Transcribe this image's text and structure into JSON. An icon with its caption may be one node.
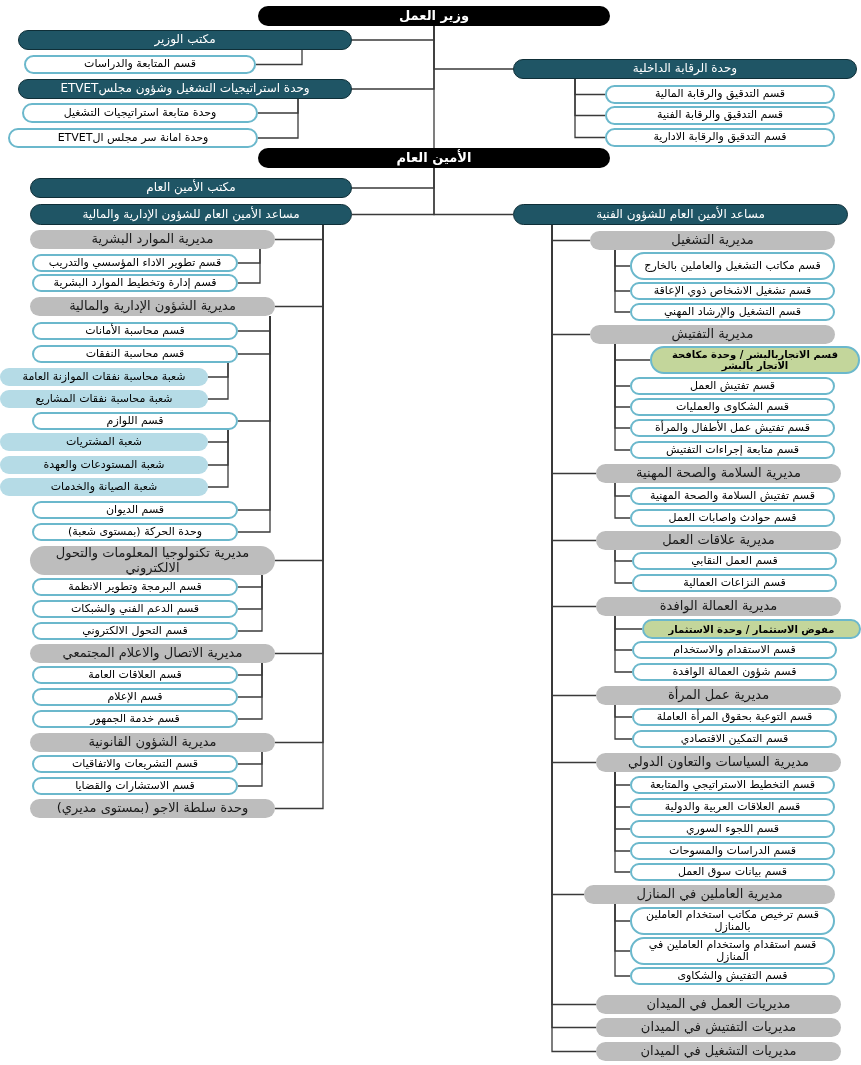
{
  "diagram": {
    "nodes": [
      {
        "text": [
          "وزير العمل"
        ]
      },
      {
        "text": [
          "مكتب الوزير"
        ]
      },
      {
        "text": [
          "قسم المتابعة والدراسات"
        ]
      },
      {
        "text": [
          "وحدة الرقابة الداخلية"
        ]
      },
      {
        "text": [
          "قسم التدقيق والرقابة المالية"
        ]
      },
      {
        "text": [
          "قسم التدقيق والرقابة الفنية"
        ]
      },
      {
        "text": [
          "قسم التدقيق والرقابة الادارية"
        ]
      },
      {
        "text": [
          "وحدة استراتيجيات التشغيل وشؤون مجلسETVET"
        ]
      },
      {
        "text": [
          "وحدة متابعة استراتيجيات التشغيل"
        ]
      },
      {
        "text": [
          "وحدة امانة سر مجلس الETVET"
        ]
      },
      {
        "text": [
          "الأمين العام"
        ]
      },
      {
        "text": [
          "مكتب الأمين العام"
        ]
      },
      {
        "text": [
          "مساعد الأمين العام للشؤون الإدارية والمالية"
        ]
      },
      {
        "text": [
          "مساعد الأمين العام للشؤون الفنية"
        ]
      },
      {
        "text": [
          "مديرية الموارد البشرية"
        ]
      },
      {
        "text": [
          "قسم تطوير الاداء المؤسسي والتدريب"
        ]
      },
      {
        "text": [
          "قسم إدارة وتخطيط الموارد البشرية"
        ]
      },
      {
        "text": [
          "مديرية الشؤون الإدارية والمالية"
        ]
      },
      {
        "text": [
          "قسم محاسبة الأمانات"
        ]
      },
      {
        "text": [
          "قسم محاسبة النفقات"
        ]
      },
      {
        "text": [
          "شعبة محاسبة نفقات الموازنة العامة"
        ]
      },
      {
        "text": [
          "شعبة محاسبة نفقات المشاريع"
        ]
      },
      {
        "text": [
          "قسم اللوازم"
        ]
      },
      {
        "text": [
          "شعبة المشتريات"
        ]
      },
      {
        "text": [
          "شعبة المستودعات والعهدة"
        ]
      },
      {
        "text": [
          "شعبة الصيانة والخدمات"
        ]
      },
      {
        "text": [
          "قسم الديوان"
        ]
      },
      {
        "text": [
          "وحدة الحركة (بمستوى شعبة)"
        ]
      },
      {
        "text": [
          "مديرية تكنولوجيا المعلومات والتحول الالكتروني"
        ]
      },
      {
        "text": [
          "قسم البرمجة وتطوير الانظمة"
        ]
      },
      {
        "text": [
          "قسم الدعم الفني والشبكات"
        ]
      },
      {
        "text": [
          "قسم التحول الالكتروني"
        ]
      },
      {
        "text": [
          "مديرية الاتصال والاعلام المجتمعي"
        ]
      },
      {
        "text": [
          "قسم العلاقات العامة"
        ]
      },
      {
        "text": [
          "قسم الإعلام"
        ]
      },
      {
        "text": [
          "قسم خدمة الجمهور"
        ]
      },
      {
        "text": [
          "مديرية الشؤون القانونية"
        ]
      },
      {
        "text": [
          "قسم التشريعات والاتفاقيات"
        ]
      },
      {
        "text": [
          "قسم الاستشارات والقضايا"
        ]
      },
      {
        "text": [
          "وحدة سلطة الاجو (بمستوى مديري)"
        ]
      },
      {
        "text": [
          "مديرية التشغيل"
        ]
      },
      {
        "text": [
          "قسم مكاتب التشغيل والعاملين بالخارج"
        ]
      },
      {
        "text": [
          "قسم تشغيل الاشخاص ذوي الإعاقة"
        ]
      },
      {
        "text": [
          "قسم التشغيل والإرشاد المهني"
        ]
      },
      {
        "text": [
          "مديرية التفتيش"
        ]
      },
      {
        "text": [
          "قسم الاتجاربالبشر / وحدة مكافحة الاتجار بالبشر"
        ]
      },
      {
        "text": [
          "قسم تفتيش العمل"
        ]
      },
      {
        "text": [
          "قسم الشكاوى والعمليات"
        ]
      },
      {
        "text": [
          "قسم تفتيش عمل الأطفال والمرأة"
        ]
      },
      {
        "text": [
          "قسم متابعة إجراءات التفتيش"
        ]
      },
      {
        "text": [
          "مديرية السلامة والصحة المهنية"
        ]
      },
      {
        "text": [
          "قسم تفتيش السلامة والصحة المهنية"
        ]
      },
      {
        "text": [
          "قسم حوادث واصابات العمل"
        ]
      },
      {
        "text": [
          "مديرية علاقات العمل"
        ]
      },
      {
        "text": [
          "قسم العمل النقابي"
        ]
      },
      {
        "text": [
          "قسم النزاعات العمالية"
        ]
      },
      {
        "text": [
          "مديرية العمالة الوافدة"
        ]
      },
      {
        "text": [
          "مفوض الاستثمار / وحدة الاستثمار"
        ]
      },
      {
        "text": [
          "قسم الاستقدام والاستخدام"
        ]
      },
      {
        "text": [
          "قسم شؤون العمالة الوافدة"
        ]
      },
      {
        "text": [
          "مديرية عمل المرأة"
        ]
      },
      {
        "text": [
          "قسم التوعية بحقوق المرأة العاملة"
        ]
      },
      {
        "text": [
          "قسم التمكين الاقتصادي"
        ]
      },
      {
        "text": [
          "مديرية السياسات والتعاون الدولي"
        ]
      },
      {
        "text": [
          "قسم التخطيط الاستراتيجي والمتابعة"
        ]
      },
      {
        "text": [
          "قسم العلاقات العربية والدولية"
        ]
      },
      {
        "text": [
          "قسم اللجوء السوري"
        ]
      },
      {
        "text": [
          "قسم الدراسات والمسوحات"
        ]
      },
      {
        "text": [
          "قسم بيانات سوق العمل"
        ]
      },
      {
        "text": [
          "مديرية العاملين في المنازل"
        ]
      },
      {
        "text": [
          "قسم ترخيص مكاتب استخدام العاملين بالمنازل"
        ]
      },
      {
        "text": [
          "قسم استقدام واستخدام العاملين في المنازل"
        ]
      },
      {
        "text": [
          "قسم التفتيش والشكاوى"
        ]
      },
      {
        "text": [
          "مديريات العمل في الميدان"
        ]
      },
      {
        "text": [
          "مديريات التفتيش في الميدان"
        ]
      },
      {
        "text": [
          "مديريات التشغيل في الميدان"
        ]
      }
    ],
    "edges": [
      {
        "from": 0,
        "to": 1,
        "arrow": "none"
      },
      {
        "from": 0,
        "to": 3,
        "arrow": "none"
      },
      {
        "from": 0,
        "to": 7,
        "arrow": "none"
      },
      {
        "from": 0,
        "to": 10,
        "arrow": "none"
      },
      {
        "from": 1,
        "to": 2,
        "arrow": "none"
      },
      {
        "from": 3,
        "to": 4,
        "arrow": "none"
      },
      {
        "from": 3,
        "to": 5,
        "arrow": "none"
      },
      {
        "from": 3,
        "to": 6,
        "arrow": "none"
      },
      {
        "from": 7,
        "to": 8,
        "arrow": "none"
      },
      {
        "from": 7,
        "to": 9,
        "arrow": "none"
      },
      {
        "from": 10,
        "to": 11,
        "arrow": "none"
      },
      {
        "from": 10,
        "to": 12,
        "arrow": "none"
      },
      {
        "from": 10,
        "to": 13,
        "arrow": "none"
      },
      {
        "from": 12,
        "to": 14,
        "arrow": "none"
      },
      {
        "from": 12,
        "to": 17,
        "arrow": "none"
      },
      {
        "from": 12,
        "to": 28,
        "arrow": "none"
      },
      {
        "from": 12,
        "to": 32,
        "arrow": "none"
      },
      {
        "from": 12,
        "to": 36,
        "arrow": "none"
      },
      {
        "from": 12,
        "to": 39,
        "arrow": "none"
      },
      {
        "from": 14,
        "to": 15,
        "arrow": "none"
      },
      {
        "from": 14,
        "to": 16,
        "arrow": "none"
      },
      {
        "from": 17,
        "to": 18,
        "arrow": "none"
      },
      {
        "from": 17,
        "to": 19,
        "arrow": "none"
      },
      {
        "from": 17,
        "to": 22,
        "arrow": "none"
      },
      {
        "from": 17,
        "to": 26,
        "arrow": "none"
      },
      {
        "from": 17,
        "to": 27,
        "arrow": "none"
      },
      {
        "from": 19,
        "to": 20,
        "arrow": "none"
      },
      {
        "from": 19,
        "to": 21,
        "arrow": "none"
      },
      {
        "from": 22,
        "to": 23,
        "arrow": "none"
      },
      {
        "from": 22,
        "to": 24,
        "arrow": "none"
      },
      {
        "from": 22,
        "to": 25,
        "arrow": "none"
      },
      {
        "from": 28,
        "to": 29,
        "arrow": "none"
      },
      {
        "from": 28,
        "to": 30,
        "arrow": "none"
      },
      {
        "from": 28,
        "to": 31,
        "arrow": "none"
      },
      {
        "from": 32,
        "to": 33,
        "arrow": "none"
      },
      {
        "from": 32,
        "to": 34,
        "arrow": "none"
      },
      {
        "from": 32,
        "to": 35,
        "arrow": "none"
      },
      {
        "from": 36,
        "to": 37,
        "arrow": "none"
      },
      {
        "from": 36,
        "to": 38,
        "arrow": "none"
      },
      {
        "from": 13,
        "to": 40,
        "arrow": "none"
      },
      {
        "from": 13,
        "to": 44,
        "arrow": "none"
      },
      {
        "from": 13,
        "to": 50,
        "arrow": "none"
      },
      {
        "from": 13,
        "to": 53,
        "arrow": "none"
      },
      {
        "from": 13,
        "to": 56,
        "arrow": "none"
      },
      {
        "from": 13,
        "to": 60,
        "arrow": "none"
      },
      {
        "from": 13,
        "to": 63,
        "arrow": "none"
      },
      {
        "from": 13,
        "to": 69,
        "arrow": "none"
      },
      {
        "from": 13,
        "to": 73,
        "arrow": "none"
      },
      {
        "from": 13,
        "to": 74,
        "arrow": "none"
      },
      {
        "from": 13,
        "to": 75,
        "arrow": "none"
      },
      {
        "from": 40,
        "to": 41,
        "arrow": "none"
      },
      {
        "from": 40,
        "to": 42,
        "arrow": "none"
      },
      {
        "from": 40,
        "to": 43,
        "arrow": "none"
      },
      {
        "from": 44,
        "to": 45,
        "arrow": "none"
      },
      {
        "from": 44,
        "to": 46,
        "arrow": "none"
      },
      {
        "from": 44,
        "to": 47,
        "arrow": "none"
      },
      {
        "from": 44,
        "to": 48,
        "arrow": "none"
      },
      {
        "from": 44,
        "to": 49,
        "arrow": "none"
      },
      {
        "from": 50,
        "to": 51,
        "arrow": "none"
      },
      {
        "from": 50,
        "to": 52,
        "arrow": "none"
      },
      {
        "from": 53,
        "to": 54,
        "arrow": "none"
      },
      {
        "from": 53,
        "to": 55,
        "arrow": "none"
      },
      {
        "from": 56,
        "to": 57,
        "arrow": "none"
      },
      {
        "from": 56,
        "to": 58,
        "arrow": "none"
      },
      {
        "from": 56,
        "to": 59,
        "arrow": "none"
      },
      {
        "from": 60,
        "to": 61,
        "arrow": "none"
      },
      {
        "from": 60,
        "to": 62,
        "arrow": "none"
      },
      {
        "from": 63,
        "to": 64,
        "arrow": "none"
      },
      {
        "from": 63,
        "to": 65,
        "arrow": "none"
      },
      {
        "from": 63,
        "to": 66,
        "arrow": "none"
      },
      {
        "from": 63,
        "to": 67,
        "arrow": "none"
      },
      {
        "from": 63,
        "to": 68,
        "arrow": "none"
      },
      {
        "from": 69,
        "to": 70,
        "arrow": "none"
      },
      {
        "from": 69,
        "to": 71,
        "arrow": "none"
      },
      {
        "from": 69,
        "to": 72,
        "arrow": "none"
      }
    ]
  }
}
